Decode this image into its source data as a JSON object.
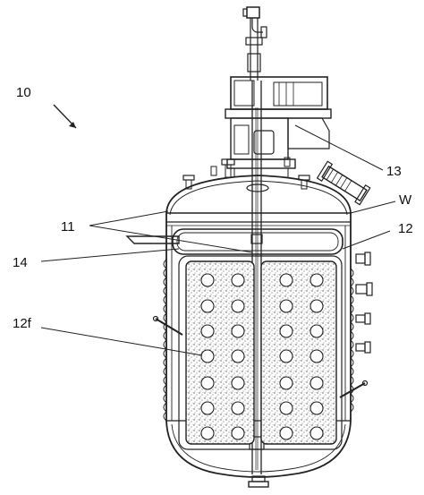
{
  "labels": {
    "vessel": "10",
    "lid_dome": "11",
    "liner": "12",
    "drive_unit": "13",
    "side_tube": "14",
    "filter_panel": "12f",
    "wall": "W"
  },
  "colors": {
    "line": "#222222",
    "background": "#ffffff",
    "dot_fill": "#ffffff"
  }
}
